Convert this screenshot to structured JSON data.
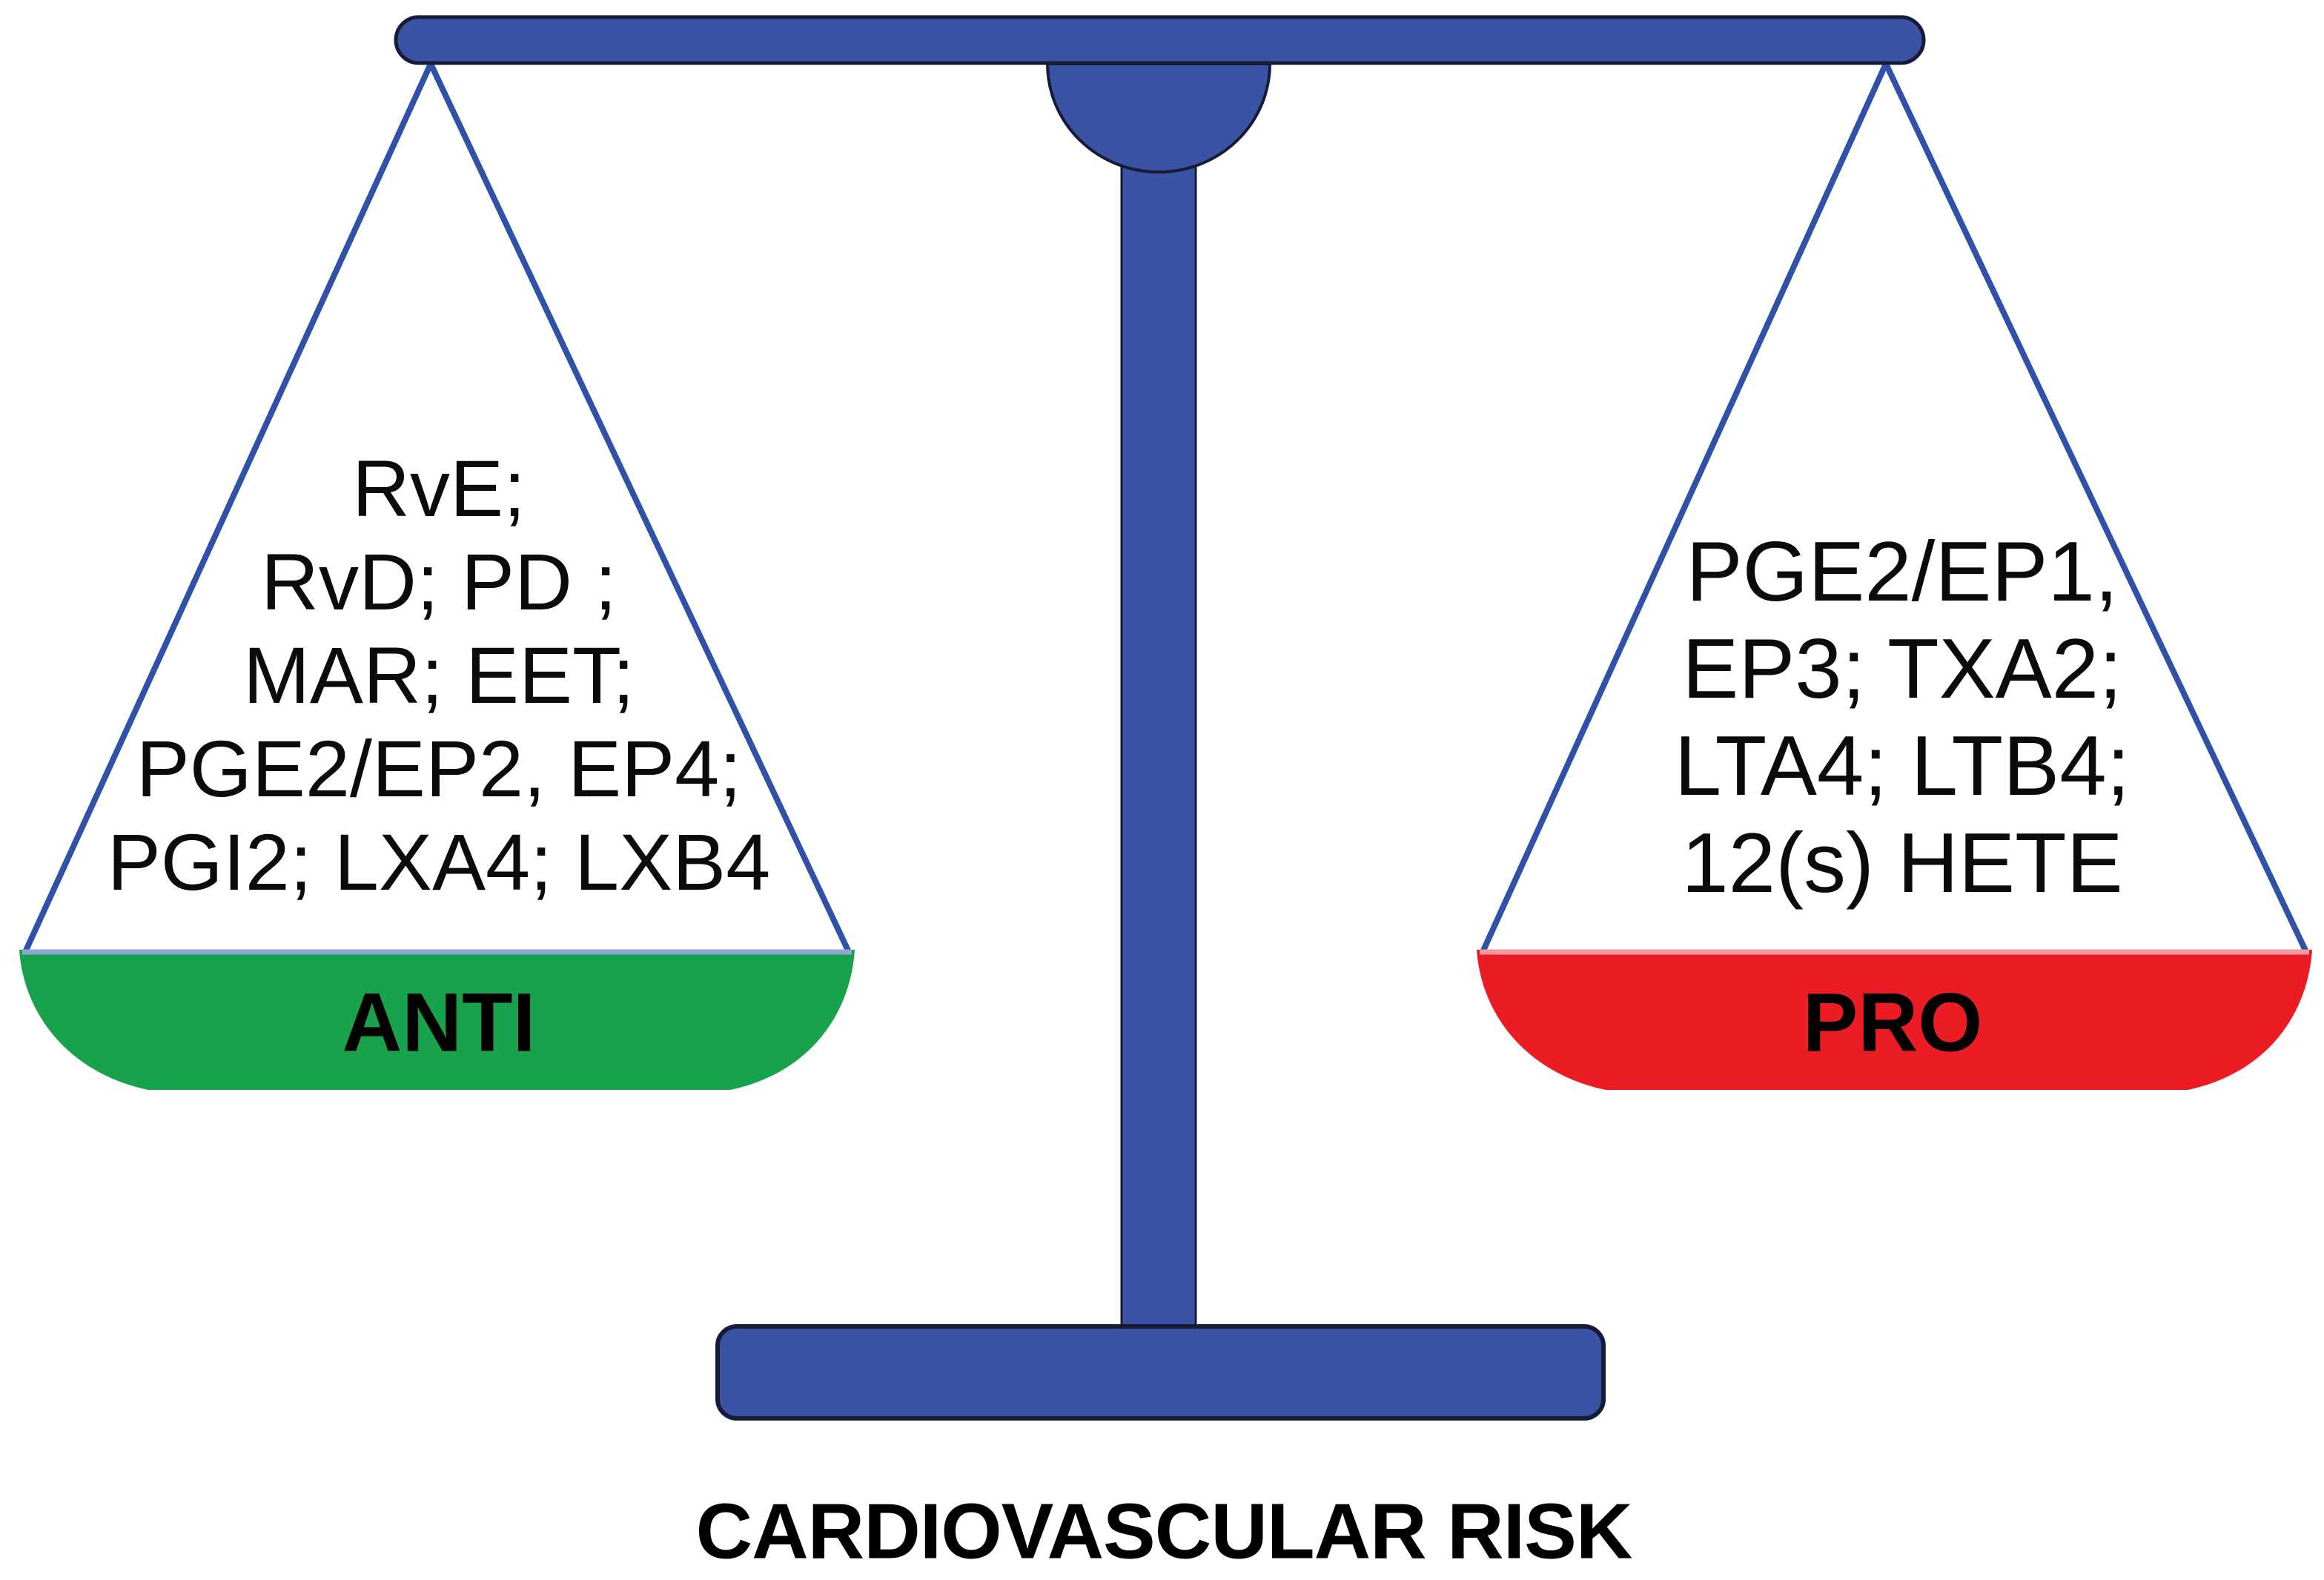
{
  "title": "CARDIOVASCULAR RISK",
  "left_pan": {
    "label": "ANTI",
    "mediators": [
      "RvE;",
      "RvD; PD ;",
      "MAR; EET;",
      "PGE2/EP2, EP4;",
      "PGI2; LXA4; LXB4"
    ]
  },
  "right_pan": {
    "label": "PRO",
    "mediators": [
      "PGE2/EP1,",
      "EP3; TXA2;",
      "LTA4; LTB4;",
      "12(s) HETE"
    ]
  },
  "colors": {
    "scale_blue": "#3A53A4",
    "string_blue": "#2F52A8",
    "outline_dark": "#161C36",
    "anti_green": "#17A24B",
    "pro_red": "#EC1C24",
    "left_rim": "#8FA6D4",
    "right_rim": "#F5989D"
  }
}
